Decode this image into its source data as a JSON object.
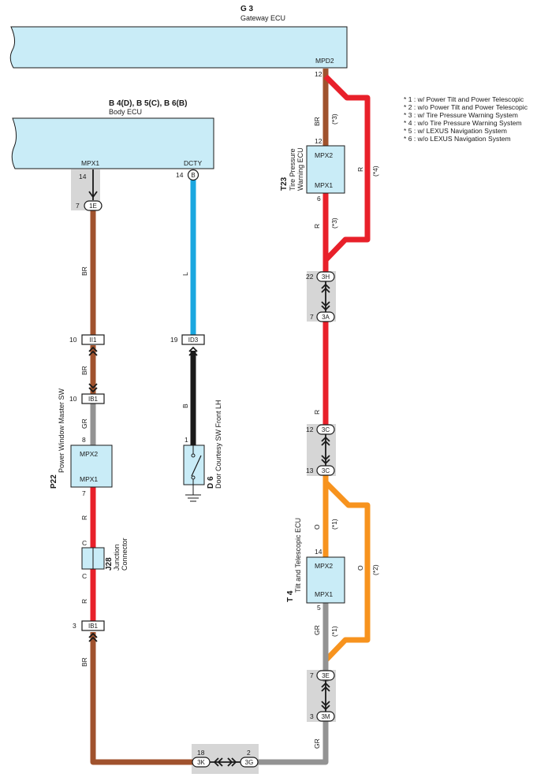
{
  "gateway": {
    "code": "G 3",
    "name": "Gateway ECU",
    "pin": "MPD2"
  },
  "body_ecu": {
    "code": "B 4(D), B 5(C), B 6(B)",
    "name": "Body ECU",
    "pin_left": "MPX1",
    "pin_right": "DCTY"
  },
  "tpw": {
    "code": "T23",
    "name1": "Tire Pressure",
    "name2": "Warning ECU",
    "pin_top": "MPX2",
    "pin_bottom": "MPX1"
  },
  "pws": {
    "code": "P22",
    "name": "Power Window Master SW",
    "pin_top": "MPX2",
    "pin_bottom": "MPX1"
  },
  "tilt": {
    "code": "T 4",
    "name": "Tilt and Telescopic ECU",
    "pin_top": "MPX2",
    "pin_bottom": "MPX1"
  },
  "door": {
    "code": "D 6",
    "name": "Door Courtesy SW Front LH"
  },
  "junction": {
    "code": "J28",
    "name1": "Junction",
    "name2": "Connector",
    "pin": "C"
  },
  "connectors": {
    "c1E": "1E",
    "cB": "B",
    "cII1": "II1",
    "cIB1a": "IB1",
    "cID3": "ID3",
    "cIB1b": "IB1",
    "c3H": "3H",
    "c3A": "3A",
    "c3C": "3C",
    "c3E": "3E",
    "c3M": "3M",
    "c3K": "3K",
    "c3G": "3G"
  },
  "pins": {
    "p12a": "12",
    "p12b": "12",
    "p6": "6",
    "p22": "22",
    "p7a": "7",
    "p12c": "12",
    "p13": "13",
    "p14a": "14",
    "p5": "5",
    "p7b": "7",
    "p3a": "3",
    "p14b": "14",
    "p7c": "7",
    "p14c": "14",
    "p10a": "10",
    "p10b": "10",
    "p8": "8",
    "p7d": "7",
    "p19": "19",
    "p1": "1",
    "p3b": "3",
    "p18": "18",
    "p2": "2"
  },
  "wires": {
    "BR": "BR",
    "R": "R",
    "L": "L",
    "B": "B",
    "GR": "GR",
    "C": "C",
    "O": "O"
  },
  "notes": {
    "n1": "(*1)",
    "n2": "(*2)",
    "n3": "(*3)",
    "n4": "(*4)"
  },
  "legend": [
    "* 1 : w/ Power Tilt and Power Telescopic",
    "* 2 : w/o Power Tilt and Power Telescopic",
    "* 3 : w/ Tire Pressure Warning System",
    "* 4 : w/o Tire Pressure Warning System",
    "* 5 : w/ LEXUS Navigation System",
    "* 6 : w/o LEXUS Navigation System"
  ],
  "colors": {
    "ecu_fill": "#c9ecf7",
    "brown": "#a0522d",
    "red": "#e8202a",
    "blue": "#1aa7e0",
    "black": "#1a1a1a",
    "gray": "#939393",
    "orange": "#f7931e",
    "shade": "#d6d6d6"
  }
}
